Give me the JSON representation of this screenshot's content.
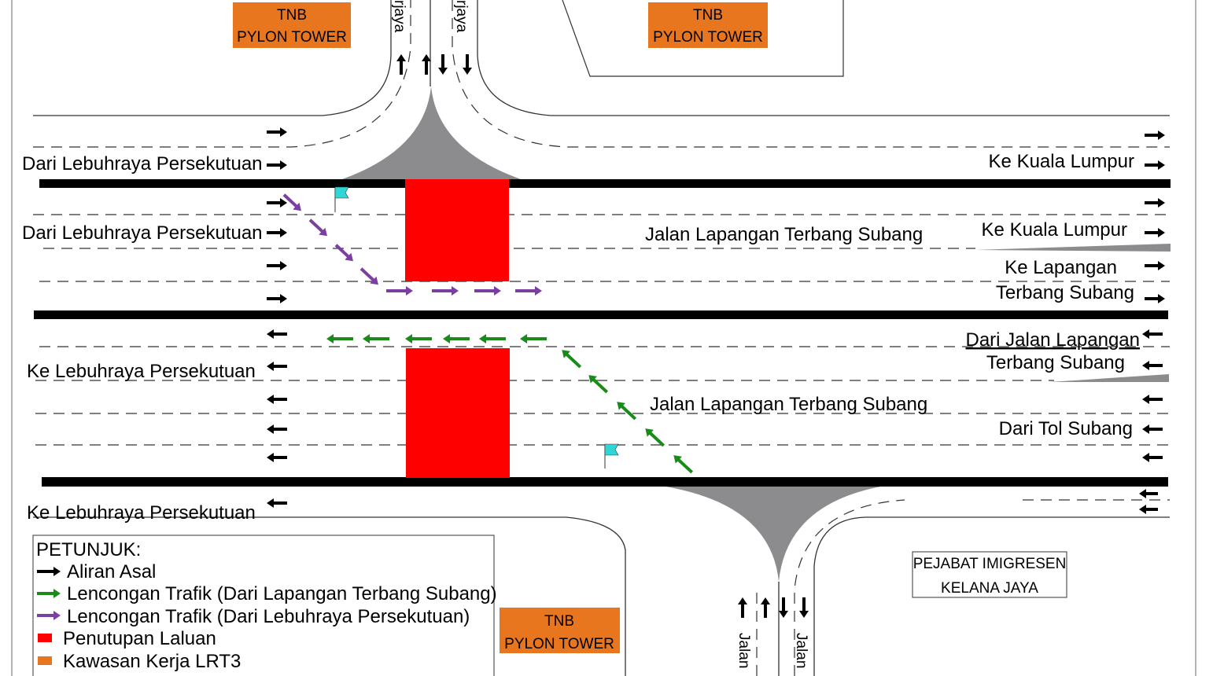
{
  "pylon_towers": [
    {
      "line1": "TNB",
      "line2": "PYLON TOWER"
    },
    {
      "line1": "TNB",
      "line2": "PYLON TOWER"
    },
    {
      "line1": "TNB",
      "line2": "PYLON TOWER"
    }
  ],
  "top_roads": [
    "rjaya",
    "rjaya"
  ],
  "bottom_roads": [
    "Jalan",
    "Jalan"
  ],
  "labels": {
    "from_federal_1": "Dari Lebuhraya Persekutuan",
    "from_federal_2": "Dari Lebuhraya Persekutuan",
    "to_federal_1": "Ke Lebuhraya Persekutuan",
    "to_federal_2": "Ke Lebuhraya Persekutuan",
    "to_kl_1": "Ke Kuala Lumpur",
    "to_kl_2": "Ke Kuala Lumpur",
    "to_airport_1": "Ke Lapangan",
    "to_airport_2": "Terbang Subang",
    "from_airport_road_1": "Dari Jalan Lapangan",
    "from_airport_road_2": "Terbang Subang",
    "from_toll": "Dari Tol Subang",
    "road_name_upper": "Jalan Lapangan Terbang Subang",
    "road_name_lower": "Jalan Lapangan Terbang Subang"
  },
  "immigration_office": {
    "line1": "PEJABAT IMIGRESEN",
    "line2": "KELANA JAYA"
  },
  "legend": {
    "title": "PETUNJUK:",
    "items": [
      {
        "label": "Aliran Asal",
        "color": "#000000"
      },
      {
        "label": "Lencongan Trafik (Dari Lapangan Terbang Subang)",
        "color": "#1a8a1a"
      },
      {
        "label": "Lencongan Trafik (Dari Lebuhraya Persekutuan)",
        "color": "#7a3fa0"
      },
      {
        "label": "Penutupan Laluan",
        "color": "#ff0000"
      },
      {
        "label": "Kawasan Kerja LRT3",
        "color": "#e8761e"
      }
    ]
  },
  "colors": {
    "closure": "#ff0000",
    "pylon": "#e8761e",
    "median": "#8c8c8e",
    "flag": "#2fd6d6"
  }
}
